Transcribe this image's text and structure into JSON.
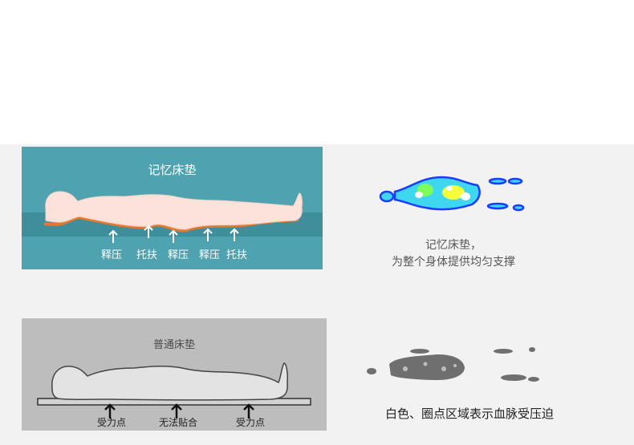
{
  "memory_mattress": {
    "title": "记忆床垫",
    "labels": [
      "释压",
      "托扶",
      "释压",
      "释压",
      "托扶"
    ]
  },
  "memory_caption": {
    "line1": "记忆床垫，",
    "line2": "为整个身体提供均匀支撑"
  },
  "normal_mattress": {
    "title": "普通床垫",
    "labels": [
      "受力点",
      "无法贴合",
      "受力点"
    ]
  },
  "legend_caption": "白色、圈点区域表示血脉受压迫",
  "colors": {
    "memory_panel": "#4fa3b0",
    "memory_band": "#3e8f9b",
    "body_fill": "#fbe3dc",
    "contour": "#e5782b",
    "normal_panel": "#bdbdbd",
    "background": "#f2f2f2"
  }
}
